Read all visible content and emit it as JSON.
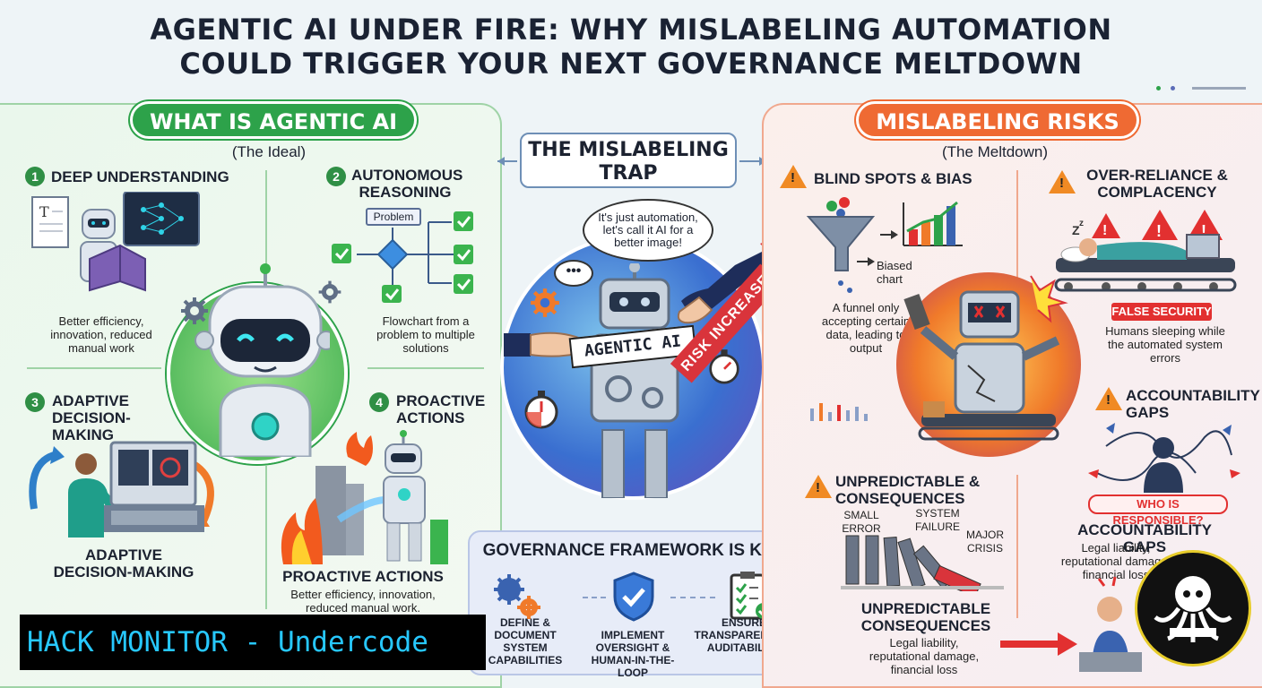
{
  "title": {
    "line1": "AGENTIC AI UNDER FIRE: WHY MISLABELING AUTOMATION",
    "line2": "COULD TRIGGER YOUR NEXT GOVERNANCE MELTDOWN"
  },
  "left": {
    "heading": "WHAT IS AGENTIC AI",
    "sub": "(The Ideal)",
    "items": [
      {
        "num": "1",
        "title": "DEEP UNDERSTANDING",
        "desc": "Better efficiency, innovation, reduced manual work"
      },
      {
        "num": "2",
        "title": "AUTONOMOUS REASONING",
        "desc": "Flowchart from a problem to multiple solutions",
        "flow_label": "Problem"
      },
      {
        "num": "3",
        "title": "ADAPTIVE DECISION-MAKING",
        "caption": "ADAPTIVE DECISION-MAKING"
      },
      {
        "num": "4",
        "title": "PROACTIVE ACTIONS",
        "caption": "PROACTIVE ACTIONS",
        "desc": "Better efficiency, innovation, reduced manual work."
      }
    ]
  },
  "center": {
    "trap_title": "THE MISLABELING TRAP",
    "bubble": "It's just automation, let's call it AI for a better image!",
    "label_card": "AGENTIC AI",
    "risk_arrow": "RISK INCREASE",
    "governance": {
      "title": "GOVERNANCE FRAMEWORK IS KEY",
      "items": [
        {
          "icon": "gears-icon",
          "label": "DEFINE & DOCUMENT SYSTEM CAPABILITIES"
        },
        {
          "icon": "shield-check-icon",
          "label": "IMPLEMENT OVERSIGHT & HUMAN-IN-THE-LOOP"
        },
        {
          "icon": "clipboard-check-icon",
          "label": "ENSURE TRANSPARENCY & AUDITABILITY"
        }
      ]
    }
  },
  "right": {
    "heading": "MISLABELING RISKS",
    "sub": "(The Meltdown)",
    "blind": {
      "title": "BLIND SPOTS & BIAS",
      "chart_label": "Biased chart",
      "desc": "A funnel only accepting certain data, leading to output"
    },
    "over": {
      "title": "OVER-RELIANCE & COMPLACENCY",
      "badge": "FALSE SECURITY",
      "desc": "Humans sleeping while the automated system errors"
    },
    "account": {
      "title": "ACCOUNTABILITY GAPS",
      "badge": "WHO IS RESPONSIBLE?",
      "caption": "ACCOUNTABILITY GAPS",
      "desc": "Legal liability, reputational damage, financial loss"
    },
    "unpredict": {
      "title": "UNPREDICTABLE & CONSEQUENCES",
      "labels": [
        "SMALL ERROR",
        "SYSTEM FAILURE",
        "MAJOR CRISIS"
      ],
      "caption": "UNPREDICTABLE CONSEQUENCES",
      "desc": "Legal liability, reputational damage, financial loss"
    }
  },
  "watermark": "HACK MONITOR - Undercode",
  "colors": {
    "green": "#2da24a",
    "orange": "#ef6a33",
    "red": "#e23030",
    "watermark": "#27c8ff"
  }
}
